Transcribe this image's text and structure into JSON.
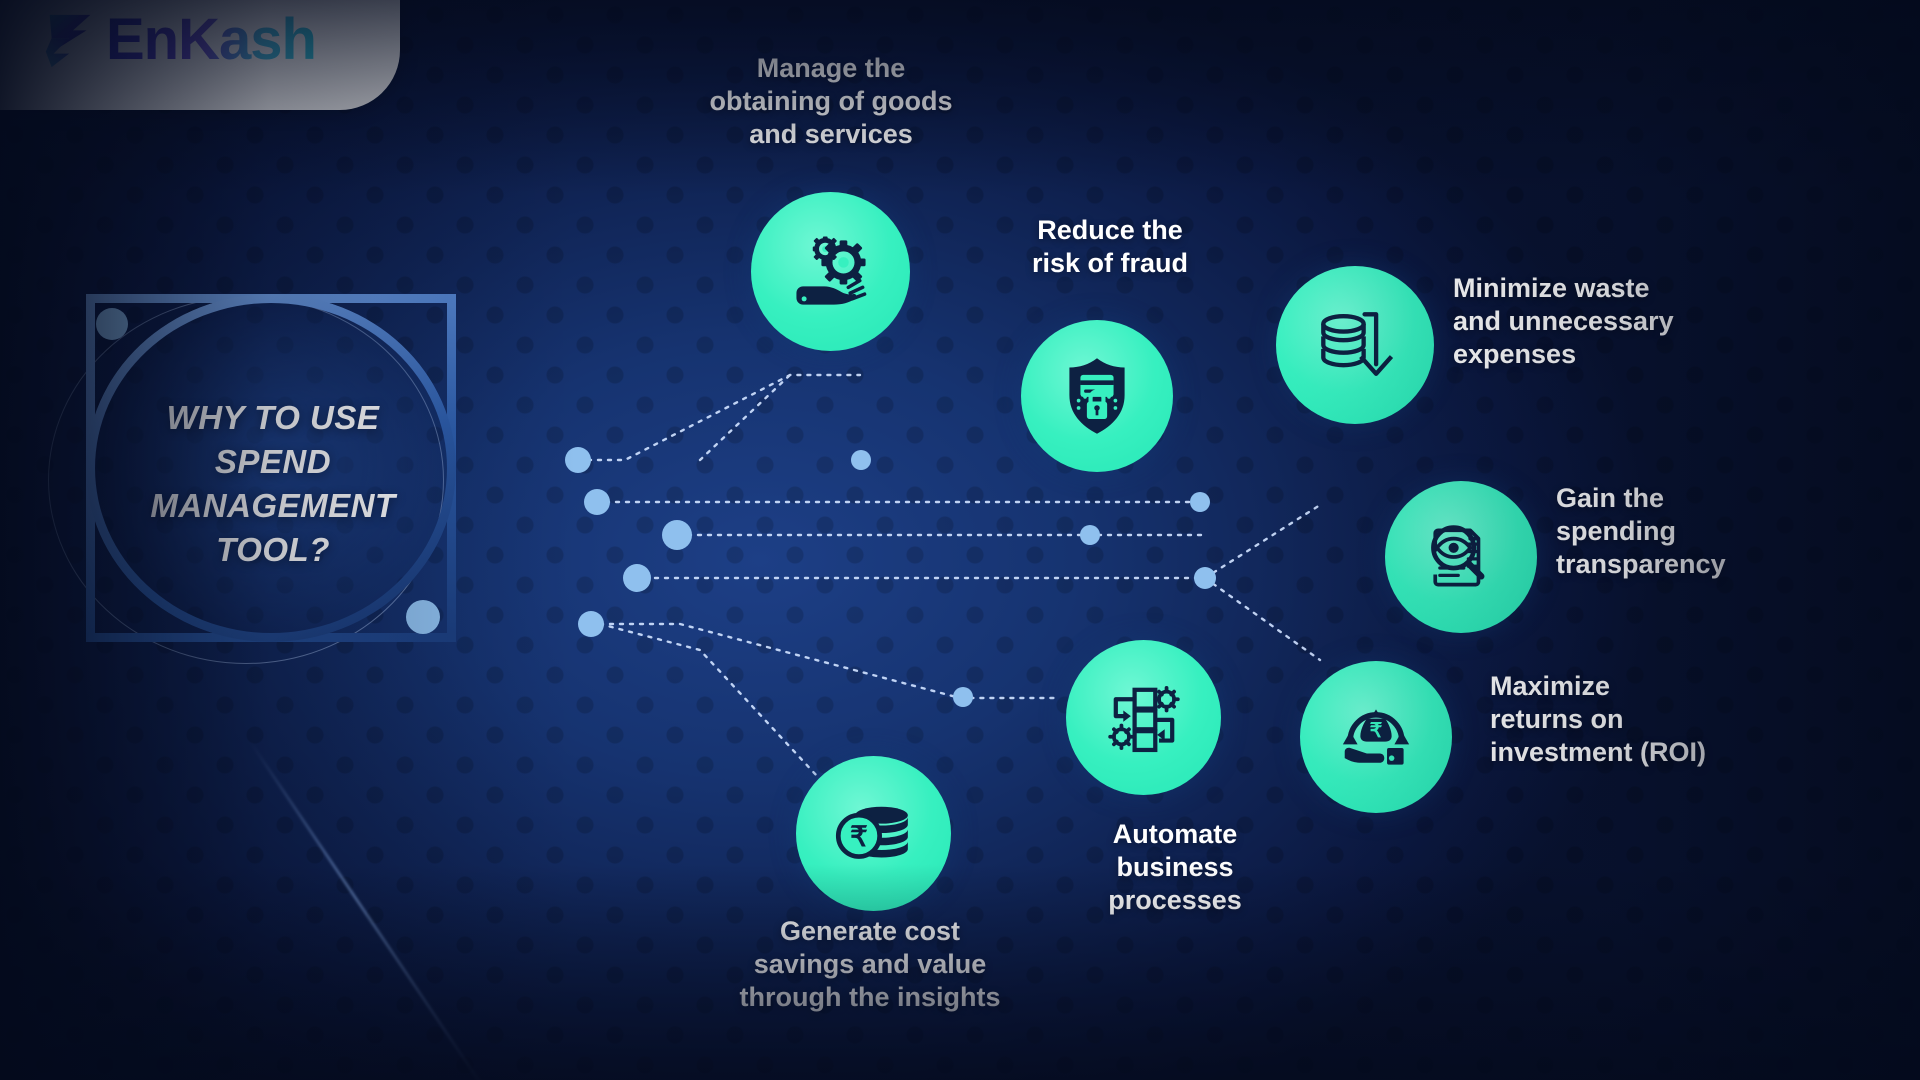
{
  "brand": {
    "name": "EnKash",
    "logo_icon": "enkash-rupee-mark",
    "accent_gradient_start": "#3b35c9",
    "accent_gradient_end": "#35d0e6"
  },
  "center": {
    "title_lines": [
      "WHY TO USE",
      "SPEND",
      "MANAGEMENT",
      "TOOL?"
    ],
    "ring_color": "#5f8fd8",
    "node_color": "#8fc0ee"
  },
  "theme": {
    "background_dark": "#0b1738",
    "background_mid": "#163370",
    "icon_circle_color": "#37f0c0",
    "icon_glyph_color": "#0d2142",
    "label_color": "#ffffff",
    "connector_color": "#cfe1ff"
  },
  "features": [
    {
      "id": "manage-procurement",
      "label": "Manage the obtaining of goods and services",
      "label_lines": [
        "Manage the",
        "obtaining of goods",
        "and services"
      ],
      "icon": "hand-holding-gears-icon"
    },
    {
      "id": "reduce-fraud",
      "label": "Reduce the risk of fraud",
      "label_lines": [
        "Reduce the",
        "risk of fraud"
      ],
      "icon": "shield-card-lock-icon"
    },
    {
      "id": "minimize-waste",
      "label": "Minimize waste and unnecessary expenses",
      "label_lines": [
        "Minimize waste",
        "and unnecessary",
        "expenses"
      ],
      "icon": "coins-down-arrow-icon"
    },
    {
      "id": "spending-transparency",
      "label": "Gain the spending transparency",
      "label_lines": [
        "Gain the",
        "spending",
        "transparency"
      ],
      "icon": "magnifier-eye-document-icon"
    },
    {
      "id": "maximize-roi",
      "label": "Maximize returns on investment (ROI)",
      "label_lines": [
        "Maximize",
        "returns on",
        "investment (ROI)"
      ],
      "icon": "hand-money-bag-return-icon"
    },
    {
      "id": "automate-processes",
      "label": "Automate business processes",
      "label_lines": [
        "Automate",
        "business",
        "processes"
      ],
      "icon": "workflow-gears-icon"
    },
    {
      "id": "cost-savings",
      "label": "Generate cost savings and value through the insights",
      "label_lines": [
        "Generate cost",
        "savings and value",
        "through the insights"
      ],
      "icon": "rupee-coin-stack-icon"
    }
  ]
}
